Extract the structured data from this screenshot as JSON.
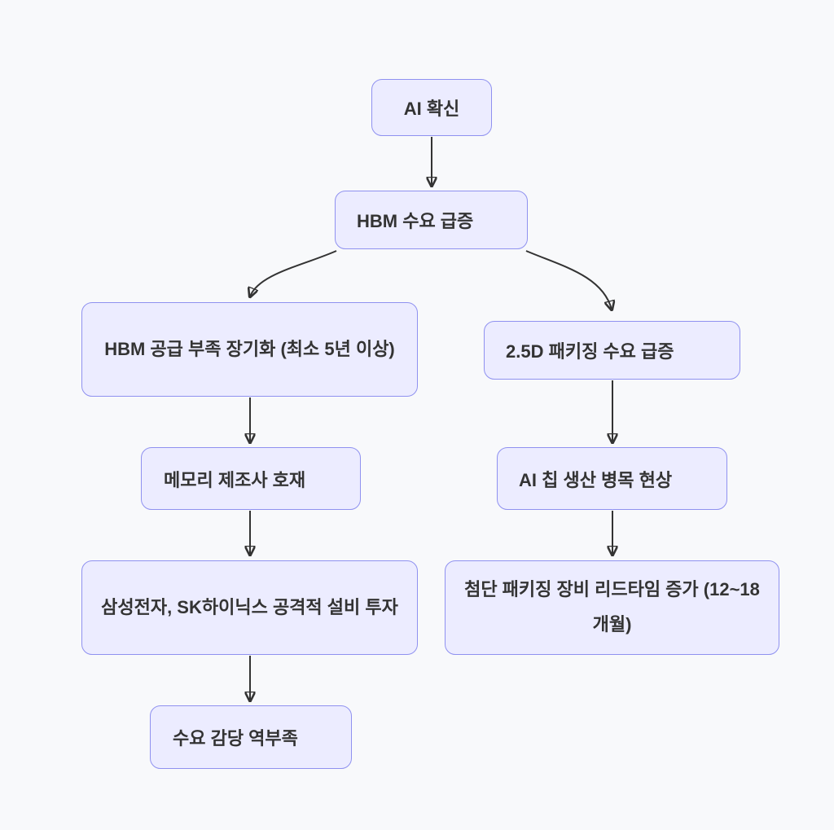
{
  "diagram": {
    "type": "flowchart",
    "direction": "top-down",
    "colors": {
      "background": "#f8f9fb",
      "node_fill": "#ececff",
      "node_border": "#8f91f0",
      "node_text": "#333333",
      "arrow": "#333333"
    },
    "nodes": [
      {
        "id": "ai_confidence",
        "label": "AI 확신"
      },
      {
        "id": "hbm_demand_surge",
        "label": "HBM 수요 급증"
      },
      {
        "id": "hbm_supply_shortage",
        "label": "HBM 공급 부족 장기화 (최소 5년 이상)"
      },
      {
        "id": "packaging_demand_surge",
        "label": "2.5D 패키징 수요 급증"
      },
      {
        "id": "memory_maker_boon",
        "label": "메모리 제조사 호재"
      },
      {
        "id": "ai_chip_bottleneck",
        "label": "AI 칩 생산 병목 현상"
      },
      {
        "id": "aggressive_capex",
        "label": "삼성전자, SK하이닉스 공격적 설비 투자"
      },
      {
        "id": "equipment_leadtime",
        "label": "첨단 패키징 장비 리드타임 증가 (12~18개월)"
      },
      {
        "id": "demand_overwhelmed",
        "label": "수요 감당 역부족"
      }
    ],
    "edges": [
      {
        "from": "ai_confidence",
        "to": "hbm_demand_surge"
      },
      {
        "from": "hbm_demand_surge",
        "to": "hbm_supply_shortage"
      },
      {
        "from": "hbm_demand_surge",
        "to": "packaging_demand_surge"
      },
      {
        "from": "hbm_supply_shortage",
        "to": "memory_maker_boon"
      },
      {
        "from": "packaging_demand_surge",
        "to": "ai_chip_bottleneck"
      },
      {
        "from": "memory_maker_boon",
        "to": "aggressive_capex"
      },
      {
        "from": "ai_chip_bottleneck",
        "to": "equipment_leadtime"
      },
      {
        "from": "aggressive_capex",
        "to": "demand_overwhelmed"
      }
    ]
  }
}
